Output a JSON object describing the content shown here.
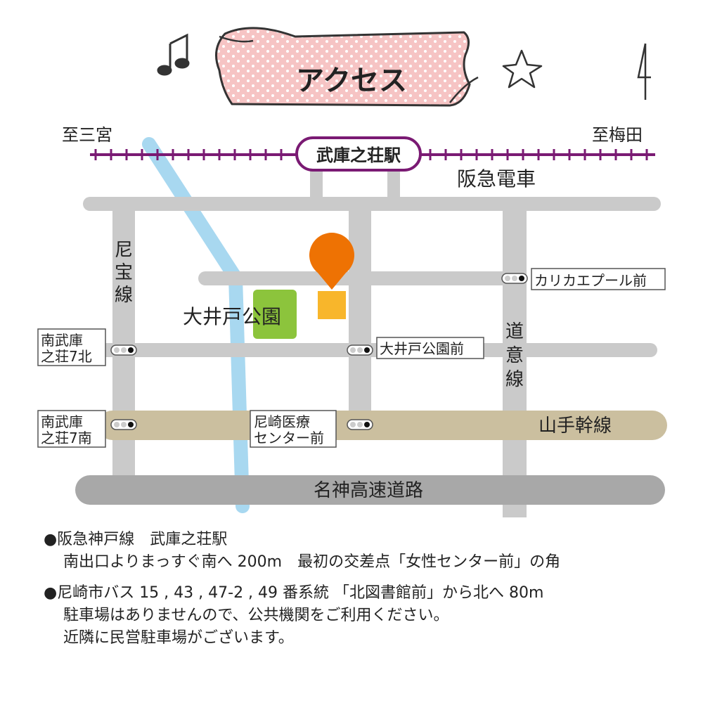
{
  "title": "アクセス",
  "rail": {
    "left_label": "至三宮",
    "right_label": "至梅田",
    "station": "武庫之荘駅",
    "line_name": "阪急電車",
    "color": "#7a1a73"
  },
  "roads": {
    "amagasaki_hosen": "尼宝線",
    "michi_isen": "道意線",
    "yamate_kansen": "山手幹線",
    "meishin": "名神高速道路"
  },
  "places": {
    "park": "大井戸公園"
  },
  "signals": {
    "karika": "カリカエプール前",
    "ooido": "大井戸公園前",
    "minami7kita": "南武庫\n之荘7北",
    "minami7": "南武庫\n之荘7南",
    "iryou": "尼崎医療\nセンター前"
  },
  "notes": [
    {
      "line1": "●阪急神戸線　武庫之荘駅",
      "line2": "南出口よりまっすぐ南へ 200m　最初の交差点「女性センター前」の角"
    },
    {
      "line1": "●尼崎市バス 15 , 43 , 47-2 , 49 番系統 「北図書館前」から北へ 80m",
      "line2": "駐車場はありませんので、公共機関をご利用ください。",
      "line3": "近隣に民営駐車場がございます。"
    }
  ],
  "colors": {
    "road": "#cacaca",
    "main_road": "#cbbf9f",
    "river": "#a8d8f0",
    "park": "#8cc43c",
    "marker": "#ee7203",
    "building": "#f8b62b",
    "banner": "#f6c4c4"
  }
}
